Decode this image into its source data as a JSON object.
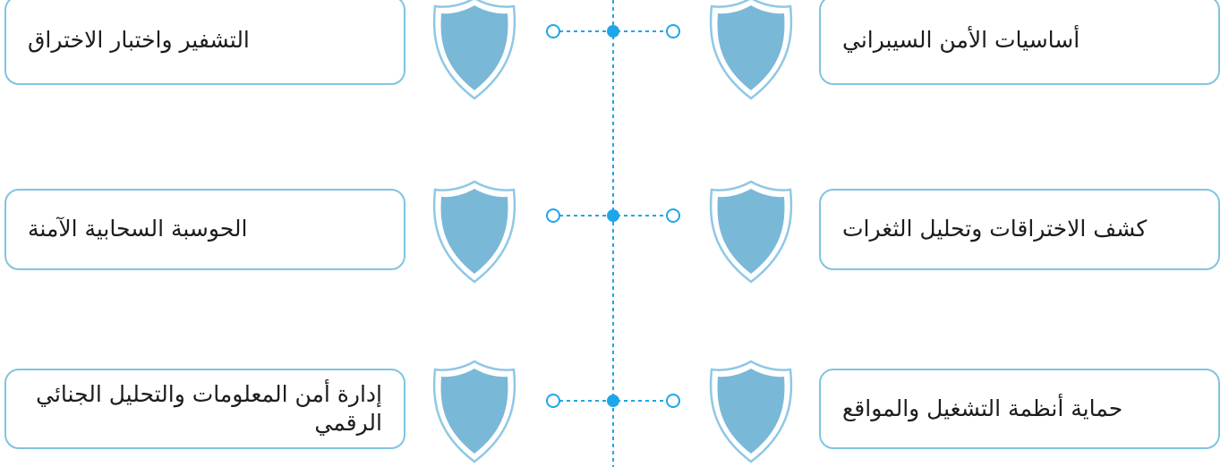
{
  "colors": {
    "card_border": "#7fc4e2",
    "shield_fill": "#7ab8d8",
    "shield_outline": "#8ec8e6",
    "connector": "#1ea6e8"
  },
  "left_column": [
    {
      "label": "التشفير واختبار الاختراق",
      "icon": "shield-icon"
    },
    {
      "label": "الحوسبة السحابية الآمنة",
      "icon": "shield-icon"
    },
    {
      "label": "إدارة أمن المعلومات والتحليل الجنائي الرقمي",
      "icon": "shield-icon"
    }
  ],
  "right_column": [
    {
      "label": "أساسيات الأمن السيبراني",
      "icon": "shield-icon"
    },
    {
      "label": "كشف الاختراقات وتحليل الثغرات",
      "icon": "shield-icon"
    },
    {
      "label": "حماية أنظمة التشغيل والمواقع",
      "icon": "shield-icon"
    }
  ]
}
